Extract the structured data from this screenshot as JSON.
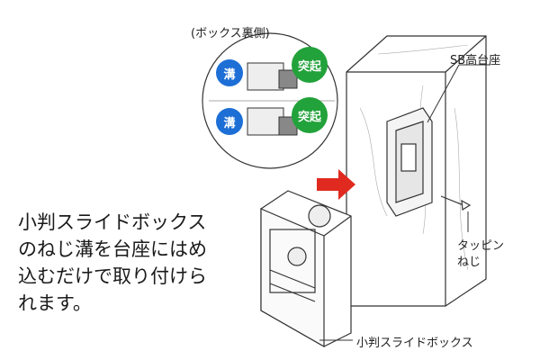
{
  "labels": {
    "box_back": "(ボックス裏側)",
    "sb_base": "SB高台座",
    "tapping_screw_line1": "タッピン",
    "tapping_screw_line2": "ねじ",
    "slide_box": "小判スライドボックス"
  },
  "badges": {
    "groove_1": "溝",
    "groove_2": "溝",
    "protrusion_1": "突起",
    "protrusion_2": "突起"
  },
  "caption_lines": [
    "小判スライドボックス",
    "のねじ溝を台座にはめ",
    "込むだけで取り付けら",
    "れます。"
  ],
  "colors": {
    "groove_badge": "#1d6fd6",
    "protrusion_badge": "#22a23a",
    "arrow": "#e02a1f",
    "lines": "#333333"
  }
}
